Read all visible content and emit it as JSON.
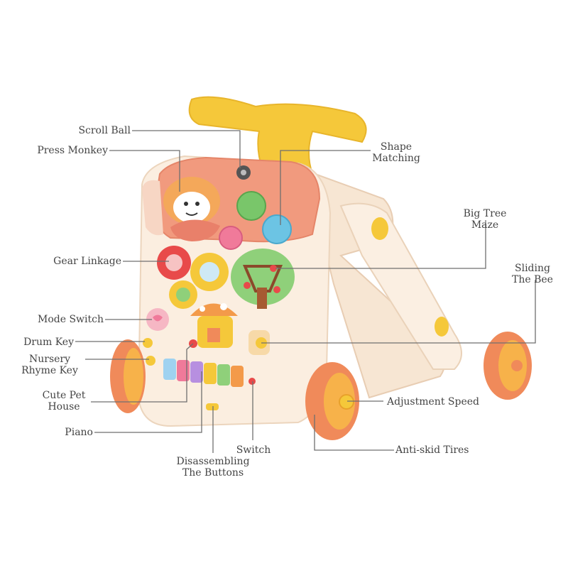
{
  "colors": {
    "leader": "#6f6f6f",
    "handle": "#f5c83a",
    "body": "#fbeee0",
    "panel": "#f19a7e",
    "tire": "#f08a5a",
    "tire_rim": "#f7b24a"
  },
  "labels": {
    "scroll_ball": "Scroll Ball",
    "press_monkey": "Press Monkey",
    "shape_matching": [
      "Shape",
      "Matching"
    ],
    "big_tree_maze": [
      "Big Tree",
      "Maze"
    ],
    "gear_linkage": "Gear Linkage",
    "sliding_the_bee": [
      "Sliding",
      "The Bee"
    ],
    "mode_switch": "Mode Switch",
    "drum_key": "Drum Key",
    "nursery_rhyme_key": [
      "Nursery",
      "Rhyme Key"
    ],
    "cute_pet_house": [
      "Cute Pet",
      "House"
    ],
    "piano": "Piano",
    "switch": "Switch",
    "disassembling_the_buttons": [
      "Disassembling",
      "The Buttons"
    ],
    "adjustment_speed": "Adjustment Speed",
    "anti_skid_tires": "Anti-skid Tires"
  }
}
